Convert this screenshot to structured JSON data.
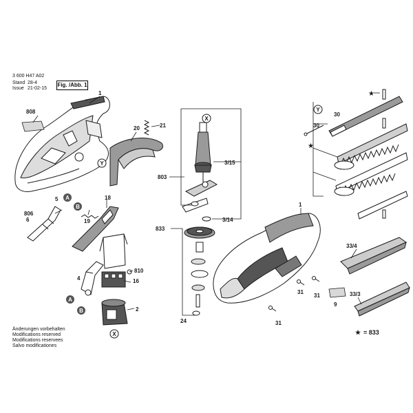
{
  "header": {
    "doc_number": "3 600 H47 A02",
    "stand_label": "Stand",
    "issue_label": "Issue",
    "stand_code": "28-4",
    "issue_date": "21-02-15",
    "figure_label": "Fig. /Abb. 1"
  },
  "notes": [
    "Änderungen vorbehalten",
    "Modifications reserved",
    "Modifications reservees",
    "Salvo modificationes"
  ],
  "legend": {
    "symbol": "★",
    "equals": "= 833"
  },
  "part_labels": {
    "p1_left": "1",
    "p1_right": "1",
    "p808": "808",
    "p20": "20",
    "p21": "21",
    "p806": "806",
    "p6": "6",
    "p5": "5",
    "p19": "19",
    "p18": "18",
    "p4": "4",
    "p810": "810",
    "p16": "16",
    "p2": "2",
    "p803": "803",
    "p3_15": "3/15",
    "p3_14": "3/14",
    "p833": "833",
    "p24": "24",
    "p31a": "31",
    "p31b": "31",
    "p31c": "31",
    "p9": "9",
    "p30a": "30",
    "p30b": "30",
    "p33_4": "33/4",
    "p33_3": "33/3"
  },
  "markers": {
    "A": "A",
    "B": "B",
    "X": "X",
    "Y": "Y"
  },
  "colors": {
    "line": "#1a1a1a",
    "fill": "#ffffff",
    "shade": "#cfcfcf",
    "dark": "#555555"
  }
}
